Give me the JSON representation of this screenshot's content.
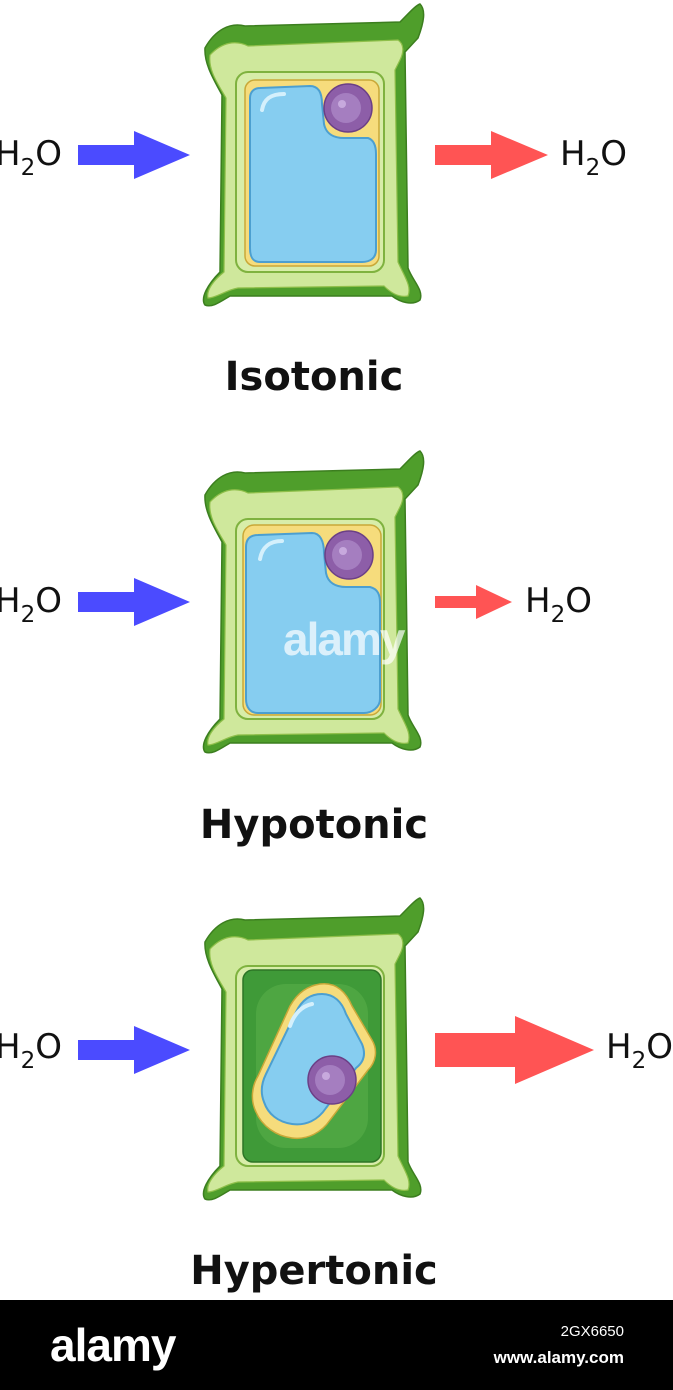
{
  "colors": {
    "inflow_arrow": "#4b4bff",
    "outflow_arrow": "#ff5454",
    "cell_wall_dark": "#4f9e2b",
    "cell_wall_light": "#cfe89c",
    "cytoplasm": "#f6dc7c",
    "vacuole": "#86cdf0",
    "nucleus": "#8d5ea8",
    "plasmolysed_space": "#3f9a38"
  },
  "diagrams": [
    {
      "id": "isotonic",
      "title": "Isotonic",
      "water_in_label": {
        "main": "H",
        "sub": "2",
        "tail": "O"
      },
      "water_out_label": {
        "main": "H",
        "sub": "2",
        "tail": "O"
      },
      "outflow_relative": "equal"
    },
    {
      "id": "hypotonic",
      "title": "Hypotonic",
      "water_in_label": {
        "main": "H",
        "sub": "2",
        "tail": "O"
      },
      "water_out_label": {
        "main": "H",
        "sub": "2",
        "tail": "O"
      },
      "outflow_relative": "smaller"
    },
    {
      "id": "hypertonic",
      "title": "Hypertonic",
      "water_in_label": {
        "main": "H",
        "sub": "2",
        "tail": "O"
      },
      "water_out_label": {
        "main": "H",
        "sub": "2",
        "tail": "O"
      },
      "outflow_relative": "larger"
    }
  ],
  "footer": {
    "logo": "alamy",
    "image_id": "2GX6650",
    "url": "www.alamy.com"
  },
  "watermark": "alamy"
}
